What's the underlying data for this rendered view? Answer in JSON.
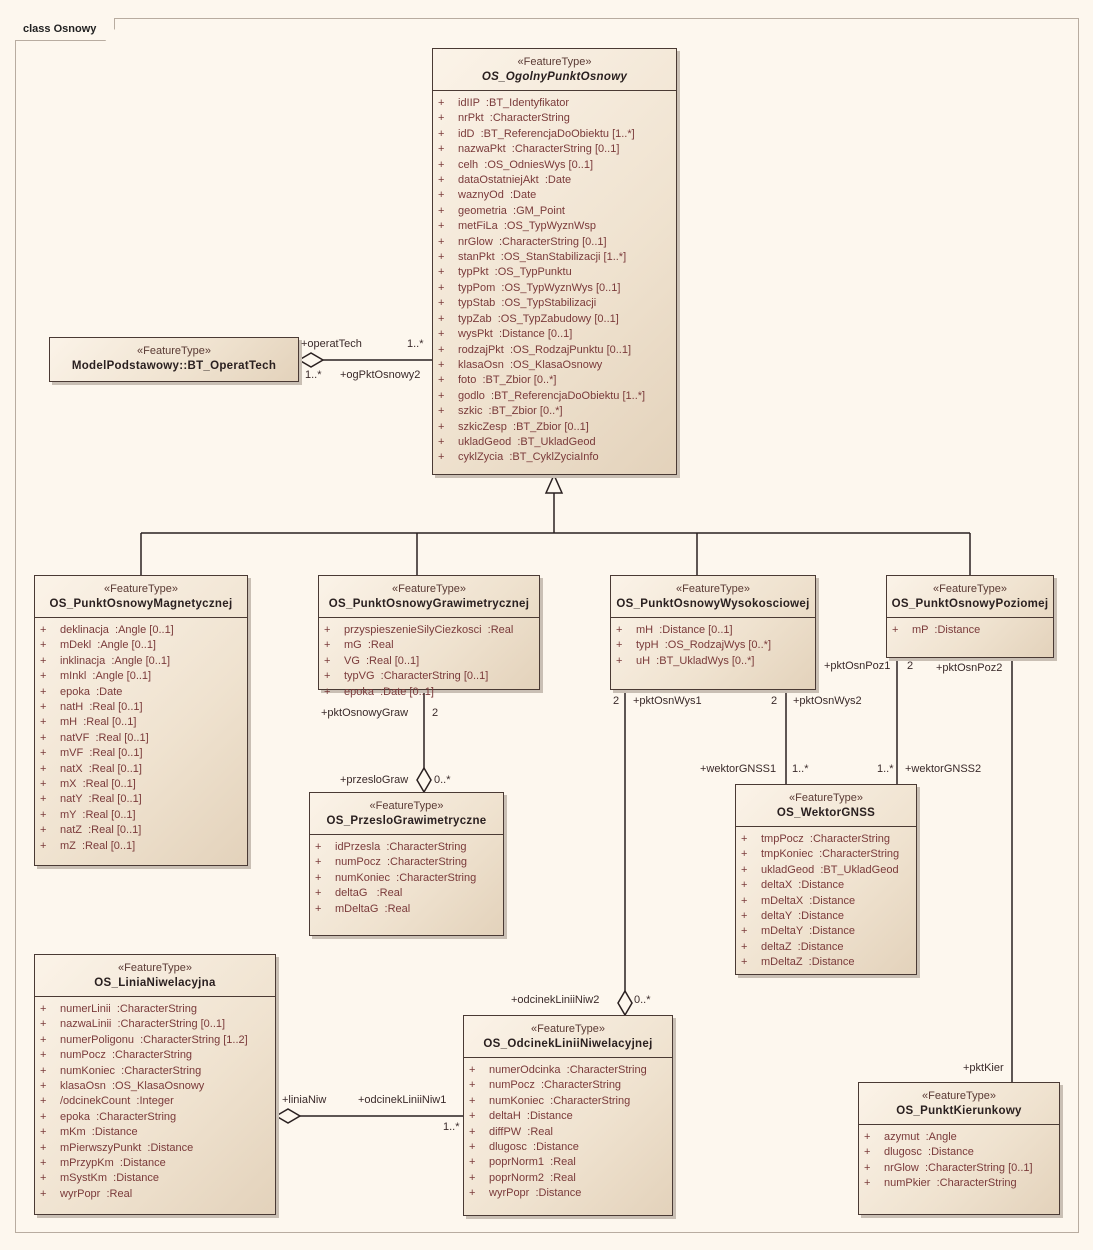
{
  "diagram": {
    "frame_label": "class Osnowy"
  },
  "classes": {
    "ogolny": {
      "stereotype": "«FeatureType»",
      "name": "OS_OgolnyPunktOsnowy",
      "attributes": [
        "idIIP  :BT_Identyfikator",
        "nrPkt  :CharacterString",
        "idD  :BT_ReferencjaDoObiektu [1..*]",
        "nazwaPkt  :CharacterString [0..1]",
        "celh  :OS_OdniesWys [0..1]",
        "dataOstatniejAkt  :Date",
        "waznyOd  :Date",
        "geometria  :GM_Point",
        "metFiLa  :OS_TypWyznWsp",
        "nrGlow  :CharacterString [0..1]",
        "stanPkt  :OS_StanStabilizacji [1..*]",
        "typPkt  :OS_TypPunktu",
        "typPom  :OS_TypWyznWys [0..1]",
        "typStab  :OS_TypStabilizacji",
        "typZab  :OS_TypZabudowy [0..1]",
        "wysPkt  :Distance [0..1]",
        "rodzajPkt  :OS_RodzajPunktu [0..1]",
        "klasaOsn  :OS_KlasaOsnowy",
        "foto  :BT_Zbior [0..*]",
        "godlo  :BT_ReferencjaDoObiektu [1..*]",
        "szkic  :BT_Zbior [0..*]",
        "szkicZesp  :BT_Zbior [0..1]",
        "ukladGeod  :BT_UkladGeod",
        "cyklZycia  :BT_CyklZyciaInfo"
      ]
    },
    "operat": {
      "stereotype": "«FeatureType»",
      "name": "ModelPodstawowy::BT_OperatTech",
      "attributes": []
    },
    "magnet": {
      "stereotype": "«FeatureType»",
      "name": "OS_PunktOsnowyMagnetycznej",
      "attributes": [
        "deklinacja  :Angle [0..1]",
        "mDekl  :Angle [0..1]",
        "inklinacja  :Angle [0..1]",
        "mInkl  :Angle [0..1]",
        "epoka  :Date",
        "natH  :Real [0..1]",
        "mH  :Real [0..1]",
        "natVF  :Real [0..1]",
        "mVF  :Real [0..1]",
        "natX  :Real [0..1]",
        "mX  :Real [0..1]",
        "natY  :Real [0..1]",
        "mY  :Real [0..1]",
        "natZ  :Real [0..1]",
        "mZ  :Real [0..1]"
      ]
    },
    "graw": {
      "stereotype": "«FeatureType»",
      "name": "OS_PunktOsnowyGrawimetrycznej",
      "attributes": [
        "przyspieszenieSilyCiezkosci  :Real",
        "mG  :Real",
        "VG  :Real [0..1]",
        "typVG  :CharacterString [0..1]",
        "epoka  :Date [0..1]"
      ]
    },
    "wys": {
      "stereotype": "«FeatureType»",
      "name": "OS_PunktOsnowyWysokosciowej",
      "attributes": [
        "mH  :Distance [0..1]",
        "typH  :OS_RodzajWys [0..*]",
        "uH  :BT_UkladWys [0..*]"
      ]
    },
    "poz": {
      "stereotype": "«FeatureType»",
      "name": "OS_PunktOsnowyPoziomej",
      "attributes": [
        "mP  :Distance"
      ]
    },
    "przeslo": {
      "stereotype": "«FeatureType»",
      "name": "OS_PrzesloGrawimetryczne",
      "attributes": [
        "idPrzesla  :CharacterString",
        "numPocz  :CharacterString",
        "numKoniec  :CharacterString",
        "deltaG   :Real",
        "mDeltaG  :Real"
      ]
    },
    "wektor": {
      "stereotype": "«FeatureType»",
      "name": "OS_WektorGNSS",
      "attributes": [
        "tmpPocz  :CharacterString",
        "tmpKoniec  :CharacterString",
        "ukladGeod  :BT_UkladGeod",
        "deltaX  :Distance",
        "mDeltaX  :Distance",
        "deltaY  :Distance",
        "mDeltaY  :Distance",
        "deltaZ  :Distance",
        "mDeltaZ  :Distance"
      ]
    },
    "linia": {
      "stereotype": "«FeatureType»",
      "name": "OS_LiniaNiwelacyjna",
      "attributes": [
        "numerLinii  :CharacterString",
        "nazwaLinii  :CharacterString [0..1]",
        "numerPoligonu  :CharacterString [1..2]",
        "numPocz  :CharacterString",
        "numKoniec  :CharacterString",
        "klasaOsn  :OS_KlasaOsnowy",
        "/odcinekCount  :Integer",
        "epoka  :CharacterString",
        "mKm  :Distance",
        "mPierwszyPunkt  :Distance",
        "mPrzypKm  :Distance",
        "mSystKm  :Distance",
        "wyrPopr  :Real"
      ]
    },
    "odcinek": {
      "stereotype": "«FeatureType»",
      "name": "OS_OdcinekLiniiNiwelacyjnej",
      "attributes": [
        "numerOdcinka  :CharacterString",
        "numPocz  :CharacterString",
        "numKoniec  :CharacterString",
        "deltaH  :Distance",
        "diffPW  :Real",
        "dlugosc  :Distance",
        "poprNorm1  :Real",
        "poprNorm2  :Real",
        "wyrPopr  :Distance"
      ]
    },
    "kier": {
      "stereotype": "«FeatureType»",
      "name": "OS_PunktKierunkowy",
      "attributes": [
        "azymut  :Angle",
        "dlugosc  :Distance",
        "nrGlow  :CharacterString [0..1]",
        "numPkier  :CharacterString"
      ]
    }
  },
  "visibility_symbol": "+",
  "labels": {
    "operatTech": "+operatTech",
    "operat_mult1": "1..*",
    "operat_mult2": "1..*",
    "ogPktOsnowy2": "+ogPktOsnowy2",
    "pktOsnowyGraw": "+pktOsnowyGraw",
    "graw_mult": "2",
    "przesloGraw": "+przesloGraw",
    "przeslo_mult": "0..*",
    "wys1_mult": "2",
    "pktOsnWys1": "+pktOsnWys1",
    "odcinekLiniiNiw2": "+odcinekLiniiNiw2",
    "odc2_mult": "0..*",
    "wys2_mult": "2",
    "pktOsnWys2": "+pktOsnWys2",
    "wektorGNSS1": "+wektorGNSS1",
    "wek1_mult": "1..*",
    "pktOsnPoz1": "+pktOsnPoz1",
    "poz1_mult": "2",
    "wek2_mult": "1..*",
    "wektorGNSS2": "+wektorGNSS2",
    "pktOsnPoz2": "+pktOsnPoz2",
    "pktKier": "+pktKier",
    "liniaNiw": "+liniaNiw",
    "odcinekLiniiNiw1": "+odcinekLiniiNiw1",
    "odc1_mult": "1..*"
  }
}
